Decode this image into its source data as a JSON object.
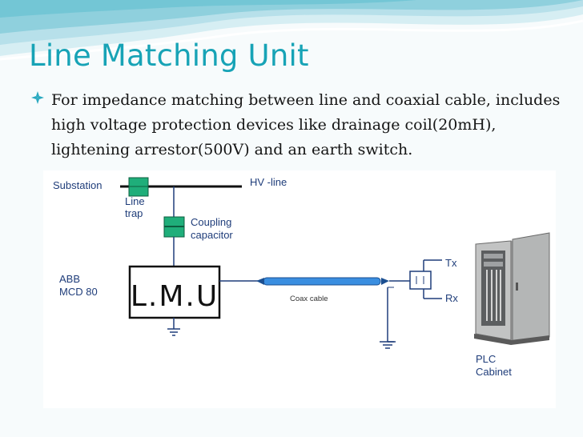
{
  "slide": {
    "title": "Line Matching Unit",
    "bullet_icon": "diamond-bullet-icon",
    "bullet_text": "For impedance matching between line and coaxial cable, includes high voltage protection devices like drainage coil(20mH), lightening arrestor(500V) and an earth switch."
  },
  "diagram": {
    "substation": "Substation",
    "hv_line": "HV -line",
    "line_trap_1": "Line",
    "line_trap_2": "trap",
    "coupling_1": "Coupling",
    "coupling_2": "capacitor",
    "abb_1": "ABB",
    "abb_2": "MCD 80",
    "lmu": "L.M.U",
    "coax": "Coax cable",
    "tx": "Tx",
    "rx": "Rx",
    "plc_1": "PLC",
    "plc_2": "Cabinet"
  },
  "colors": {
    "title": "#17a3b6",
    "wave_light": "#cfeaf0",
    "wave_dark": "#5dbdcf",
    "line_color": "#1f3d7a",
    "green_component": "#1fae7a",
    "coax_blue": "#3a8ee0"
  }
}
